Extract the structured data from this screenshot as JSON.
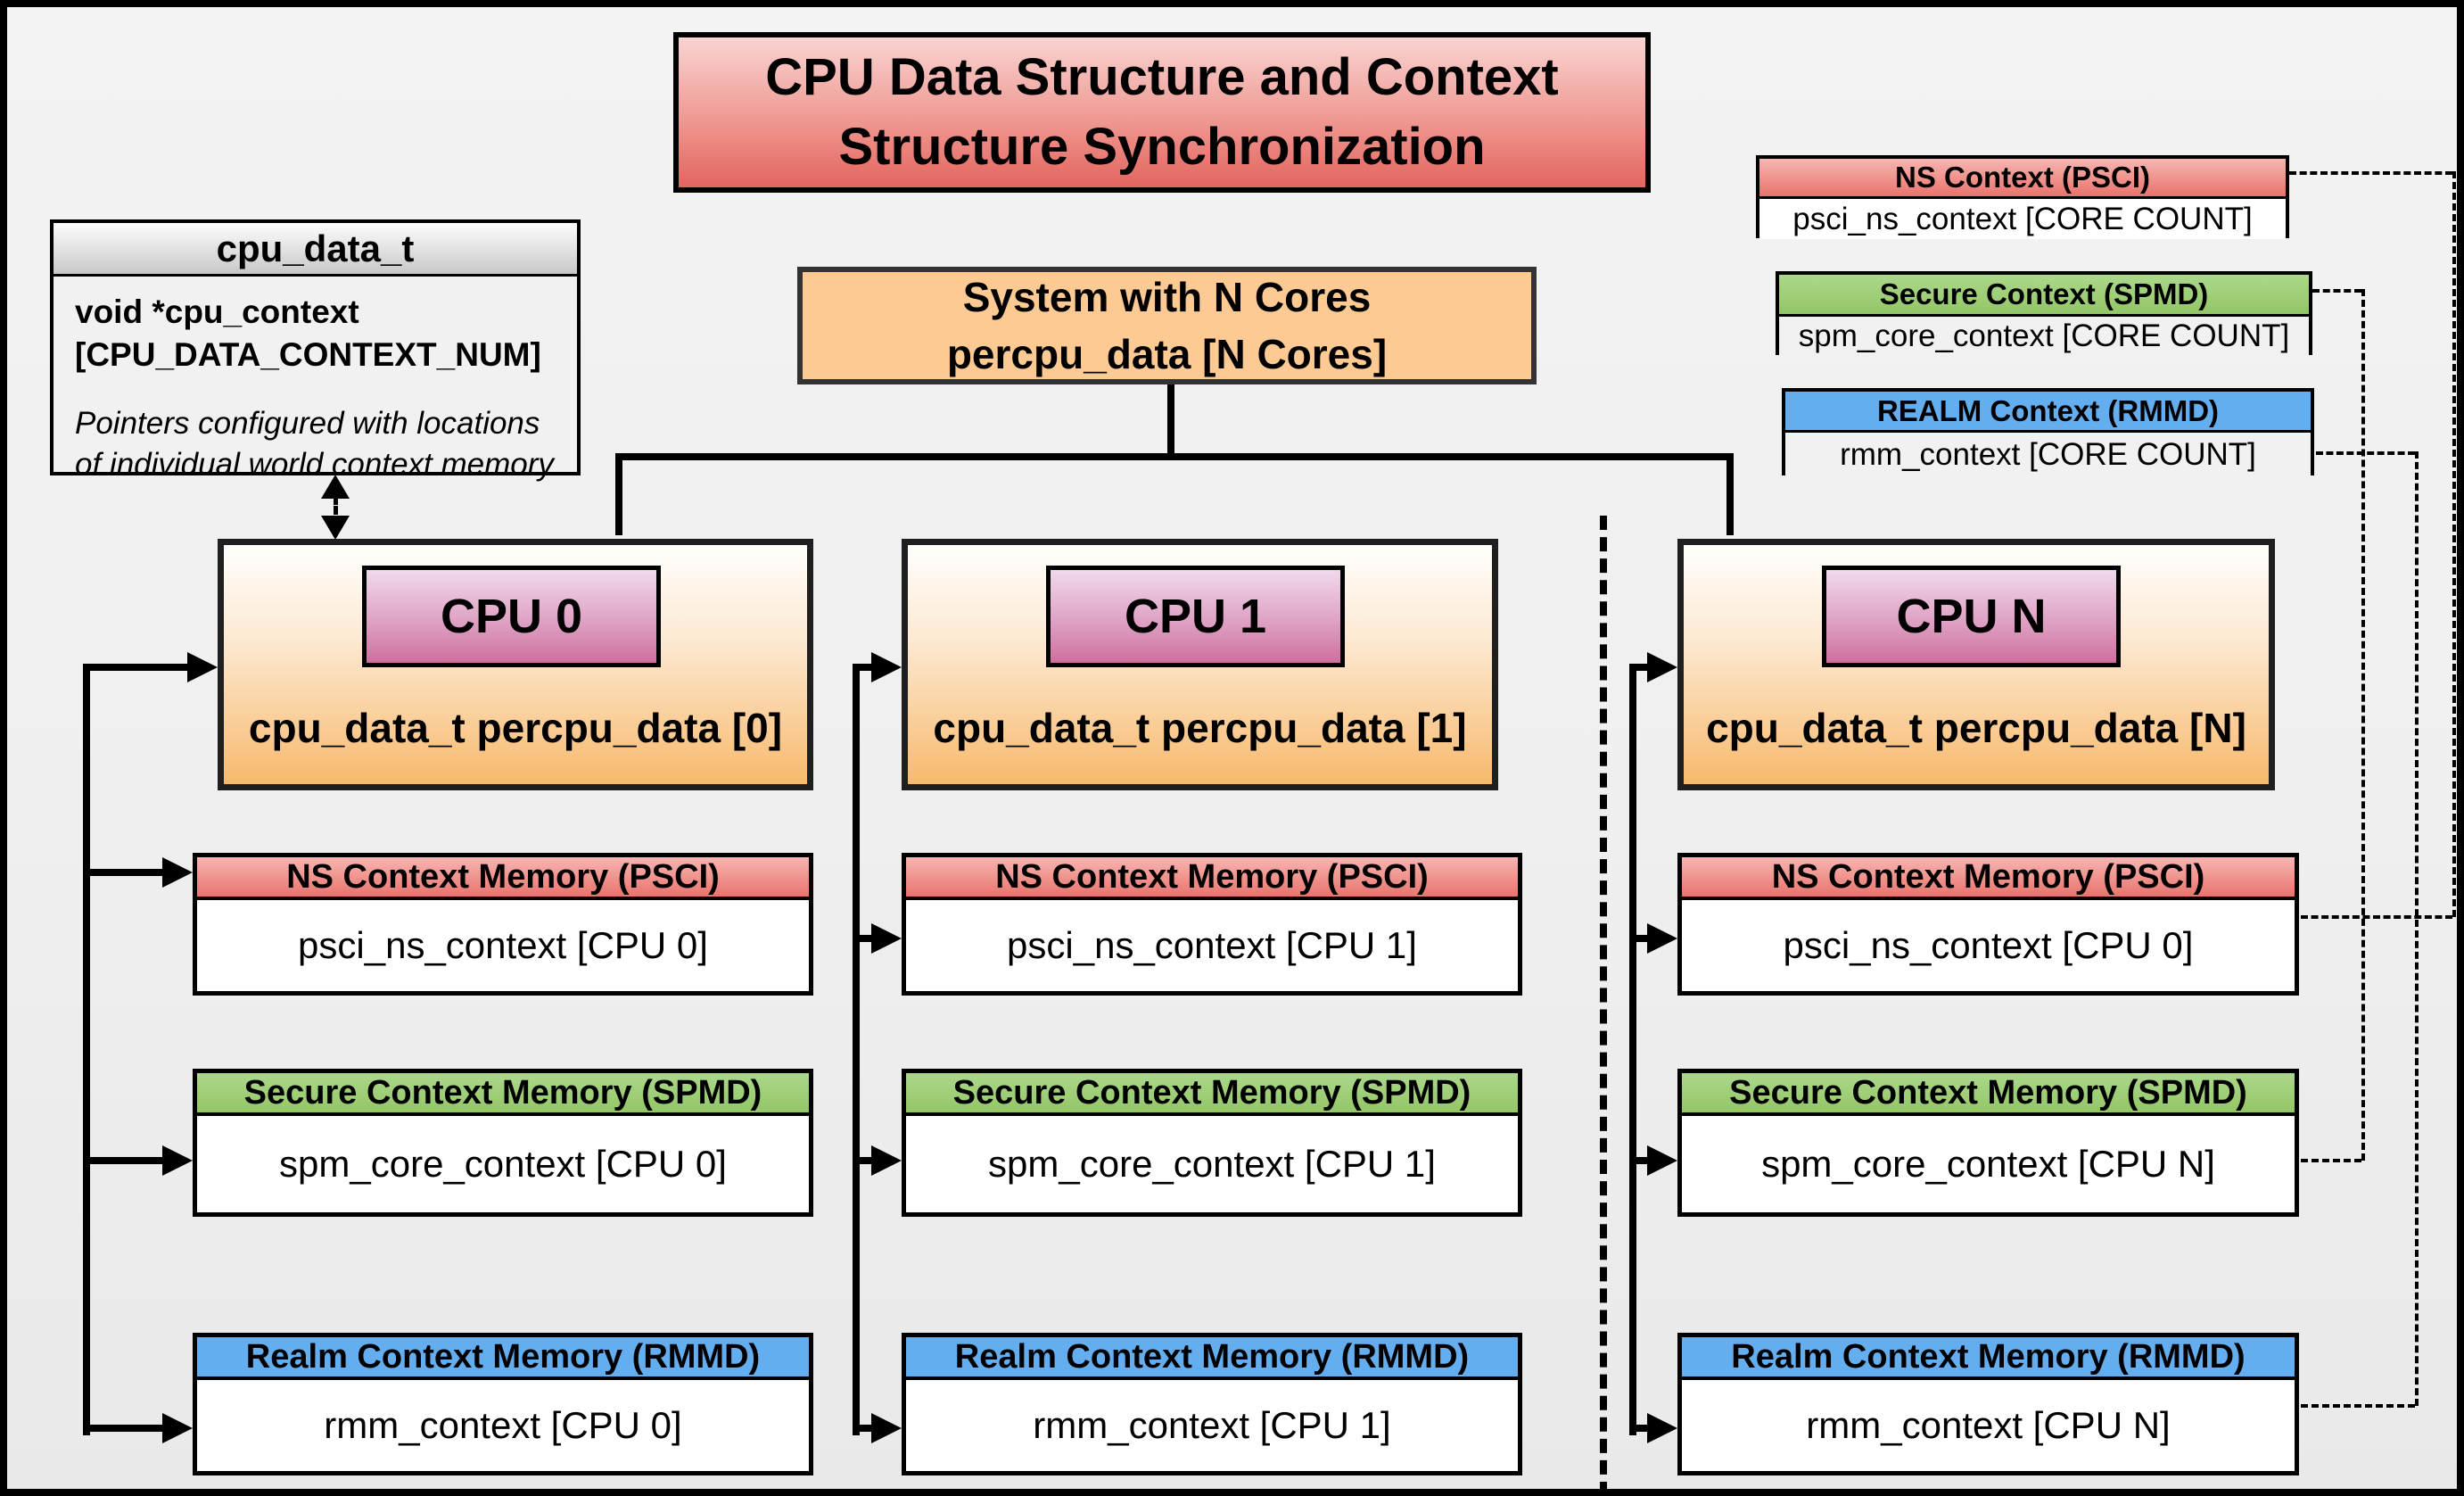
{
  "title": "CPU Data Structure and Context Structure Synchronization",
  "cpu_data_t": {
    "header": "cpu_data_t",
    "field": "void  *cpu_context [CPU_DATA_CONTEXT_NUM]",
    "note": "Pointers configured with locations of individual world context memory"
  },
  "system_box": {
    "line1": "System with N Cores",
    "line2": "percpu_data [N Cores]"
  },
  "legend": {
    "ns": {
      "header": "NS Context  (PSCI)",
      "body": "psci_ns_context [CORE COUNT]"
    },
    "secure": {
      "header": "Secure Context (SPMD)",
      "body": "spm_core_context [CORE COUNT]"
    },
    "realm": {
      "header": "REALM Context (RMMD)",
      "body": "rmm_context [CORE COUNT]"
    }
  },
  "memory_headers": {
    "ns": "NS Context Memory (PSCI)",
    "secure": "Secure Context Memory (SPMD)",
    "realm": "Realm Context Memory (RMMD)"
  },
  "columns": [
    {
      "cpu": "CPU 0",
      "data_label": "cpu_data_t percpu_data [0]",
      "ns": "psci_ns_context [CPU 0]",
      "secure": "spm_core_context [CPU 0]",
      "realm": "rmm_context [CPU 0]"
    },
    {
      "cpu": "CPU 1",
      "data_label": "cpu_data_t percpu_data [1]",
      "ns": "psci_ns_context [CPU 1]",
      "secure": "spm_core_context [CPU 1]",
      "realm": "rmm_context [CPU 1]"
    },
    {
      "cpu": "CPU N",
      "data_label": "cpu_data_t percpu_data [N]",
      "ns": "psci_ns_context [CPU 0]",
      "secure": "spm_core_context [CPU N]",
      "realm": "rmm_context [CPU N]"
    }
  ],
  "colors": {
    "red_header": "#E9736C",
    "green_header": "#93C666",
    "blue_header": "#64AEF0",
    "orange_box": "#FCCA92",
    "cpu_gradient_bottom": "#F8B96D",
    "badge_pink": "#CE6F9E",
    "title_red": "#E2655E",
    "background": "#EFEFEF",
    "line": "#000000"
  }
}
